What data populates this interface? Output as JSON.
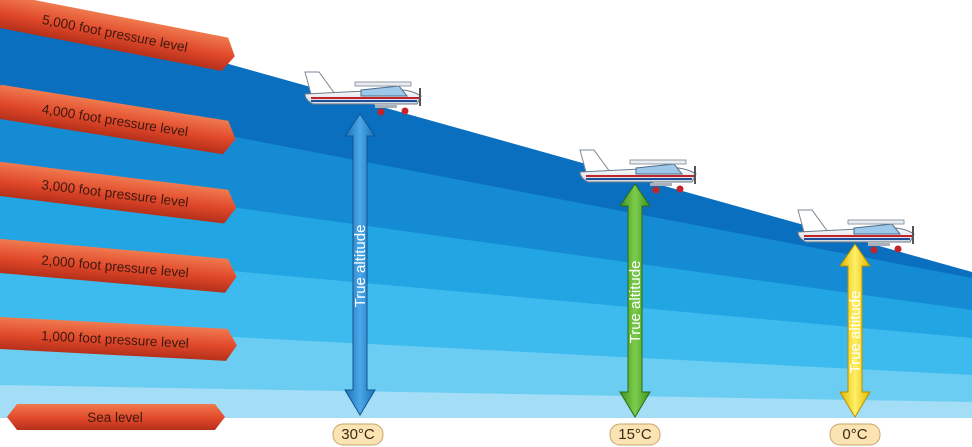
{
  "pressure_levels": [
    {
      "label": "5,000 foot pressure level"
    },
    {
      "label": "4,000 foot pressure level"
    },
    {
      "label": "3,000 foot pressure level"
    },
    {
      "label": "2,000 foot pressure level"
    },
    {
      "label": "1,000 foot pressure level"
    },
    {
      "label": "Sea level"
    }
  ],
  "aircraft": [
    {
      "true_altitude_label": "True altitude",
      "temperature": "30°C",
      "arrow_color": "#2d8fd6"
    },
    {
      "true_altitude_label": "True altitude",
      "temperature": "15°C",
      "arrow_color": "#5bb431"
    },
    {
      "true_altitude_label": "True altitude",
      "temperature": "0°C",
      "arrow_color": "#f2d21a"
    }
  ],
  "colors": {
    "band_top": "#0a73c4",
    "band_bottom": "#a6e0f7",
    "label_banner": "#e24a26",
    "temp_badge": "#fbe3b4"
  }
}
